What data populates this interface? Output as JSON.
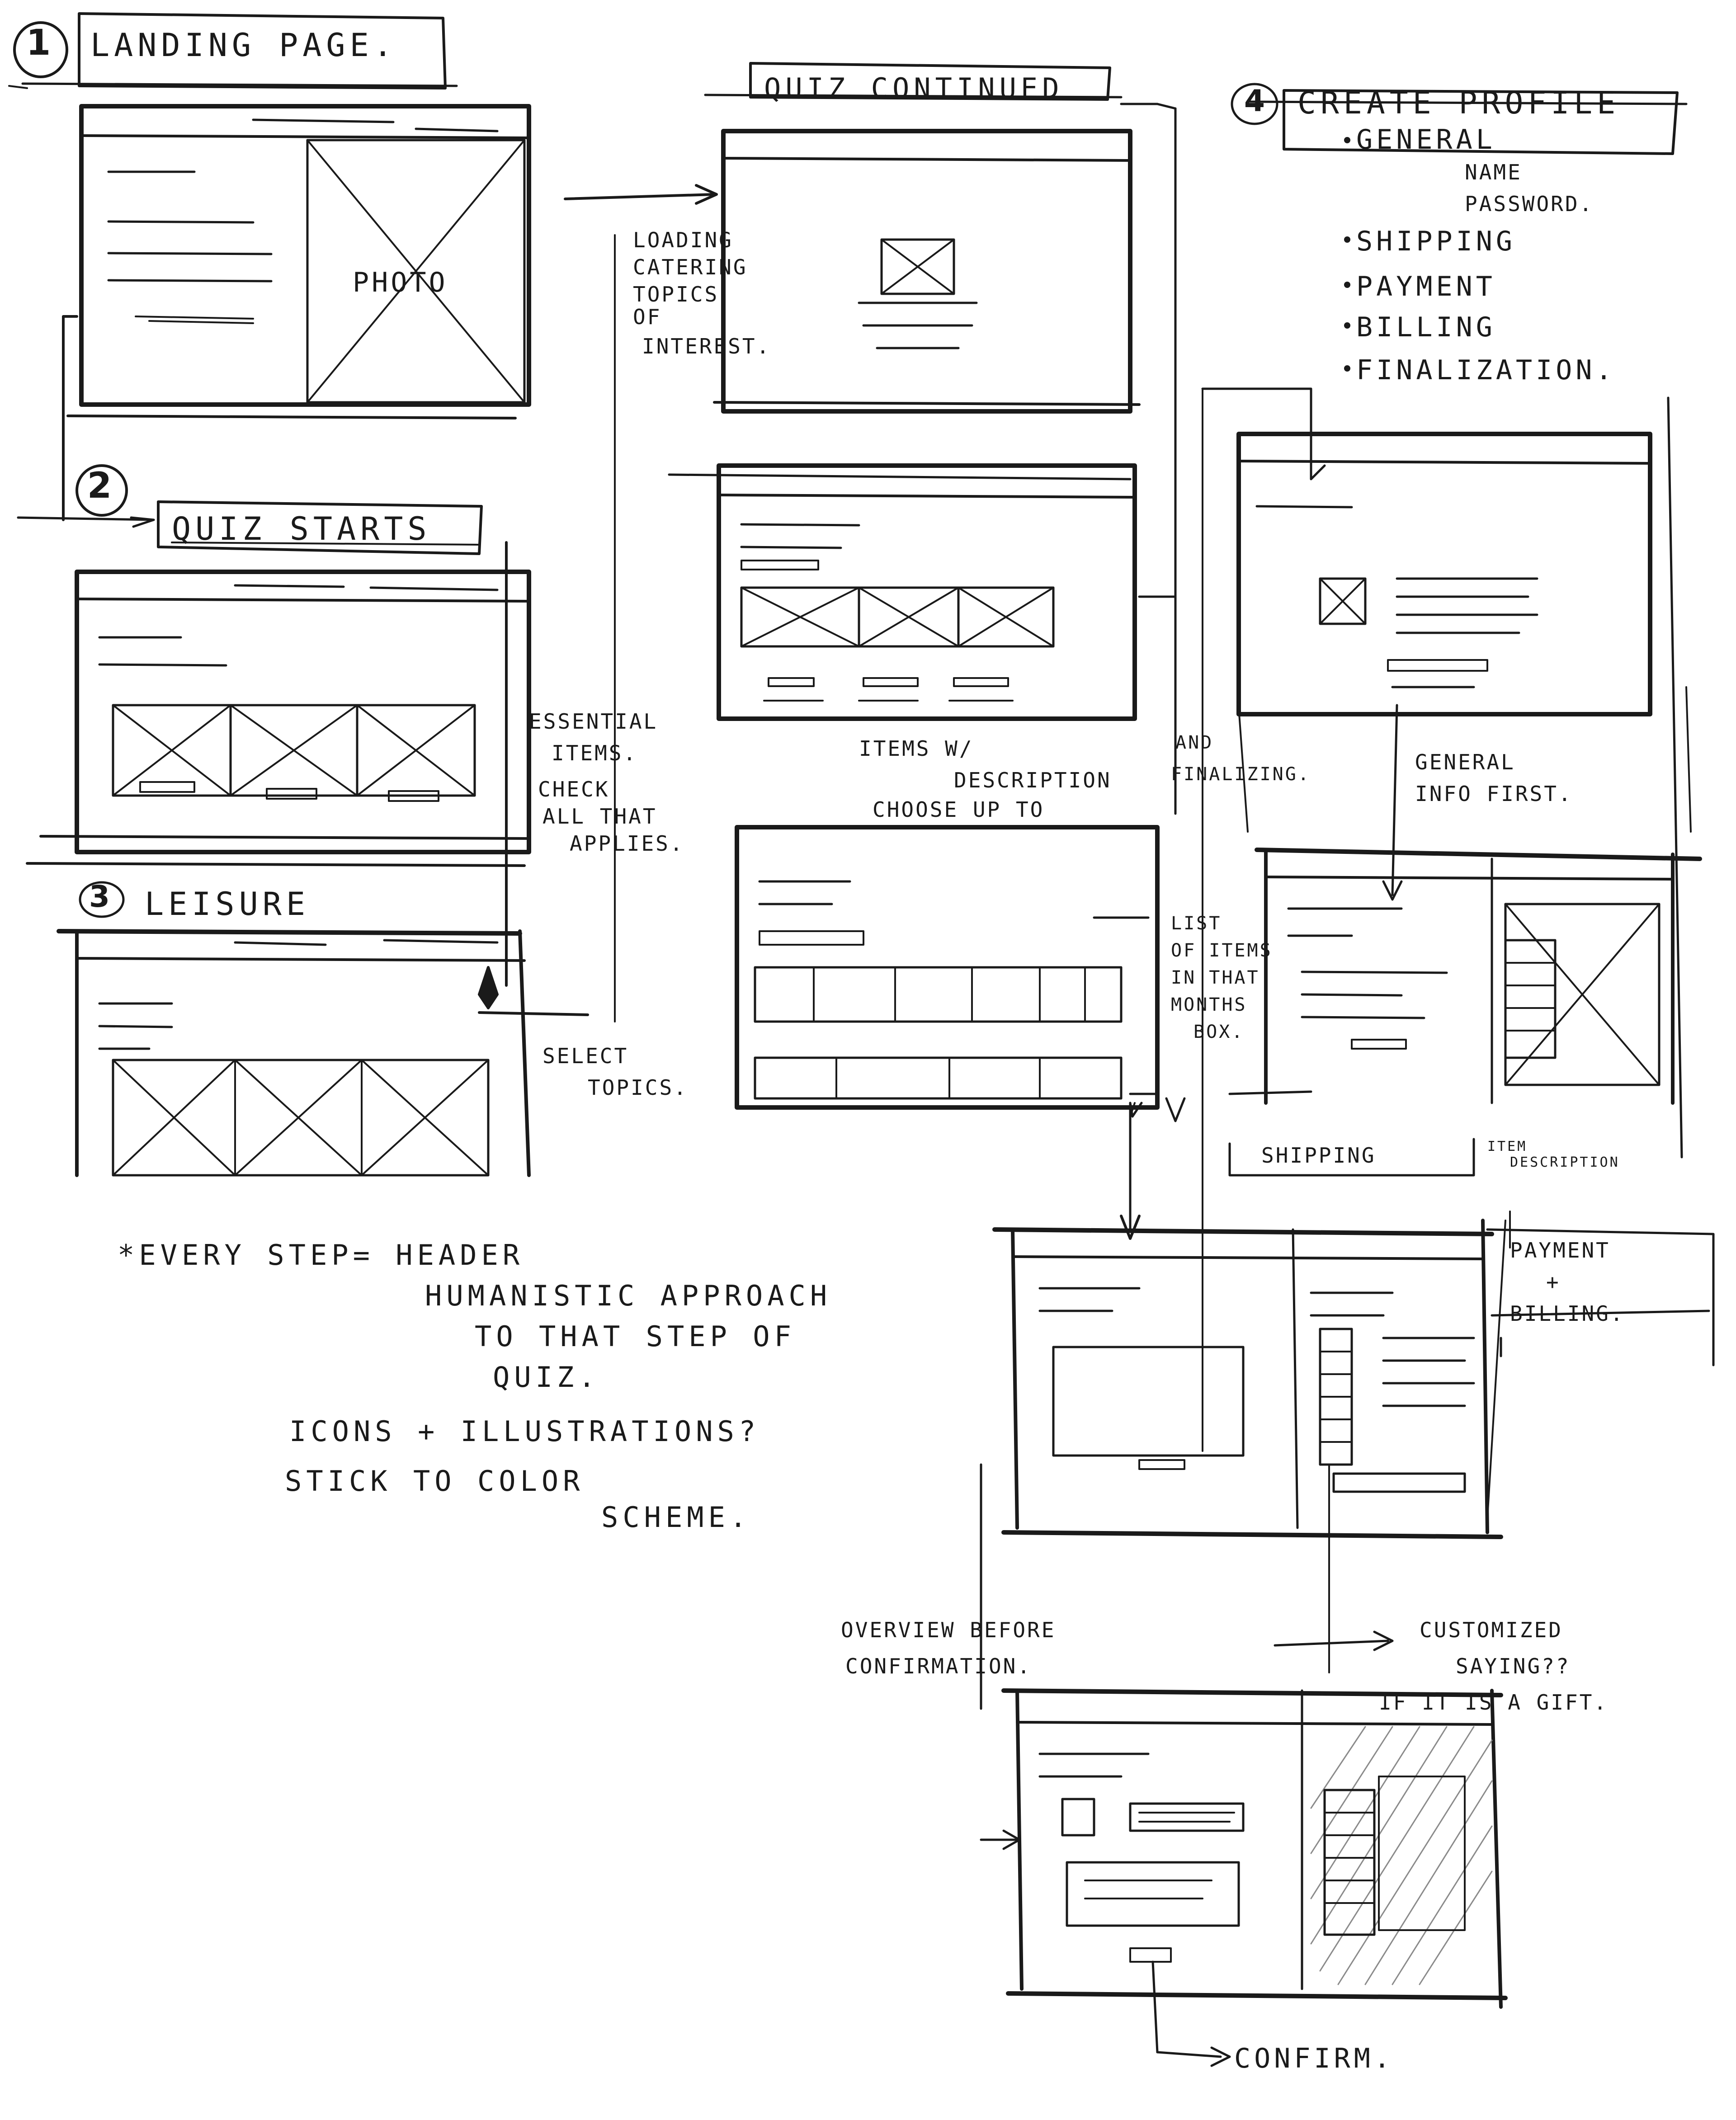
{
  "step_headers": {
    "landing": {
      "number": "1",
      "label": "LANDING PAGE."
    },
    "quiz_starts": {
      "number": "2",
      "label": "QUIZ STARTS"
    },
    "leisure": {
      "number": "3",
      "label": "LEISURE"
    },
    "quiz_continued": {
      "label": "QUIZ CONTINUED"
    },
    "create_profile": {
      "number": "4",
      "label": "CREATE PROFILE"
    }
  },
  "photo_label": "PHOTO",
  "profile_list": {
    "general": "GENERAL",
    "name": "NAME",
    "password": "PASSWORD.",
    "shipping": "SHIPPING",
    "payment": "PAYMENT",
    "billing": "BILLING",
    "finalization": "FINALIZATION."
  },
  "annotations": {
    "loading": [
      "LOADING",
      "CATERING",
      "TOPICS",
      "OF",
      "INTEREST."
    ],
    "essential": [
      "ESSENTIAL",
      "ITEMS."
    ],
    "check_all": [
      "CHECK",
      "ALL THAT",
      "APPLIES."
    ],
    "items_desc": [
      "ITEMS W/",
      "DESCRIPTION"
    ],
    "choose_up": "CHOOSE UP TO",
    "and_finalizing": [
      "AND",
      "FINALIZING."
    ],
    "general_info": [
      "GENERAL",
      "INFO FIRST."
    ],
    "list_items": [
      "LIST",
      "OF ITEMS",
      "IN THAT",
      "MONTHS",
      "BOX."
    ],
    "select_topics": [
      "SELECT",
      "TOPICS."
    ],
    "shipping": "SHIPPING",
    "item_description": [
      "ITEM",
      "DESCRIPTION"
    ],
    "payment_billing": [
      "PAYMENT",
      "+",
      "BILLING."
    ],
    "overview": [
      "OVERVIEW BEFORE",
      "CONFIRMATION."
    ],
    "customized": [
      "CUSTOMIZED",
      "SAYING??",
      "IF IT IS A GIFT."
    ],
    "confirm": "CONFIRM."
  },
  "notes": [
    "*EVERY STEP= HEADER",
    "HUMANISTIC APPROACH",
    "TO THAT STEP OF",
    "QUIZ.",
    "ICONS + ILLUSTRATIONS?",
    "STICK TO COLOR",
    "SCHEME."
  ],
  "ink_color": "#1a1a1a",
  "hatch_color": "#8a8a8a"
}
